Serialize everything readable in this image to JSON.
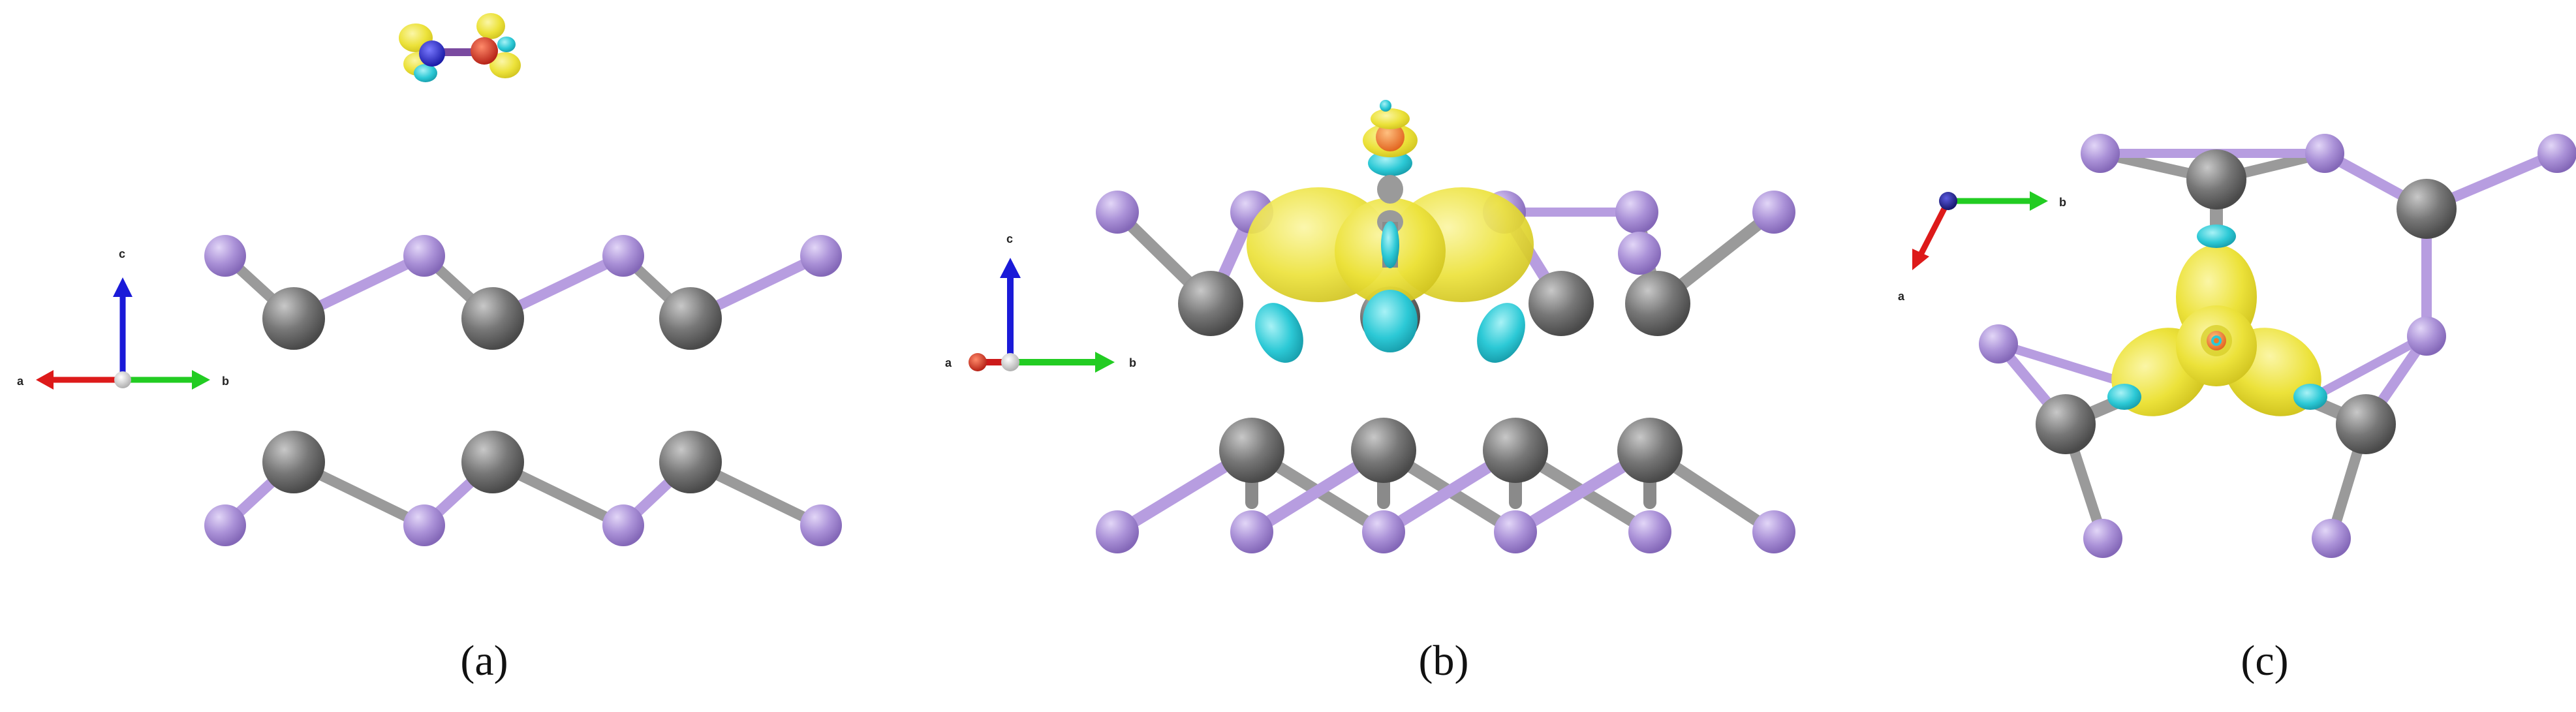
{
  "figure": {
    "panels": [
      {
        "label": "(a)",
        "axes": {
          "a": "a",
          "b": "b",
          "c": "c"
        }
      },
      {
        "label": "(b)",
        "axes": {
          "a": "a",
          "b": "b",
          "c": "c"
        }
      },
      {
        "label": "(c)",
        "axes": {
          "a": "a",
          "b": "b"
        }
      }
    ]
  },
  "colors": {
    "background": "#ffffff",
    "gray_atom": "#6d6d6d",
    "purple_atom": "#a990d6",
    "bond_gray": "#9a9a9a",
    "bond_purple": "#a98ad6",
    "isosurface_yellow": "#f0e63a",
    "isosurface_cyan": "#2cc9d6",
    "axis_a": "#dd1a1a",
    "axis_b": "#22cc22",
    "axis_c": "#1a1ad8",
    "oxygen": "#e03a1a",
    "nitrogen": "#1a1acc",
    "center_orange": "#f07a28"
  }
}
